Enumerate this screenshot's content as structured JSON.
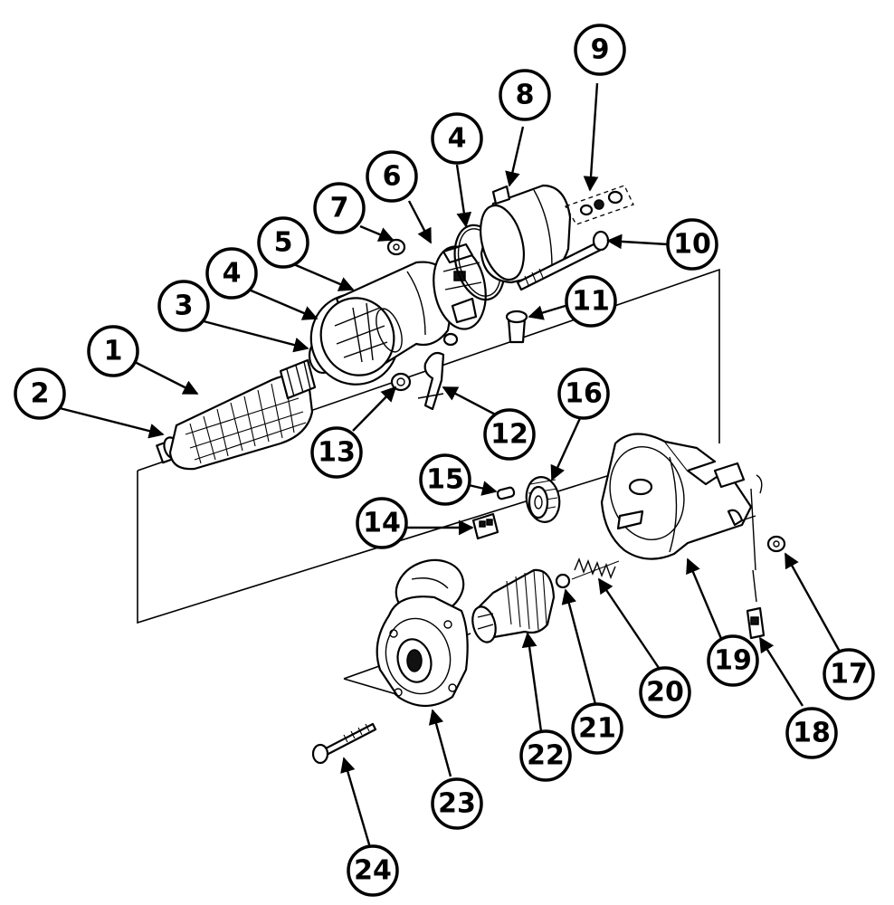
{
  "diagram": {
    "type": "exploded-parts-view",
    "callouts": [
      {
        "id": "1",
        "label": "1"
      },
      {
        "id": "2",
        "label": "2"
      },
      {
        "id": "3",
        "label": "3"
      },
      {
        "id": "4a",
        "label": "4"
      },
      {
        "id": "4b",
        "label": "4"
      },
      {
        "id": "5",
        "label": "5"
      },
      {
        "id": "6",
        "label": "6"
      },
      {
        "id": "7",
        "label": "7"
      },
      {
        "id": "8",
        "label": "8"
      },
      {
        "id": "9",
        "label": "9"
      },
      {
        "id": "10",
        "label": "10"
      },
      {
        "id": "11",
        "label": "11"
      },
      {
        "id": "12",
        "label": "12"
      },
      {
        "id": "13",
        "label": "13"
      },
      {
        "id": "14",
        "label": "14"
      },
      {
        "id": "15",
        "label": "15"
      },
      {
        "id": "16",
        "label": "16"
      },
      {
        "id": "17",
        "label": "17"
      },
      {
        "id": "18",
        "label": "18"
      },
      {
        "id": "19",
        "label": "19"
      },
      {
        "id": "20",
        "label": "20"
      },
      {
        "id": "21",
        "label": "21"
      },
      {
        "id": "22",
        "label": "22"
      },
      {
        "id": "23",
        "label": "23"
      },
      {
        "id": "24",
        "label": "24"
      }
    ],
    "colors": {
      "ink": "#000000",
      "paper": "#ffffff"
    }
  }
}
